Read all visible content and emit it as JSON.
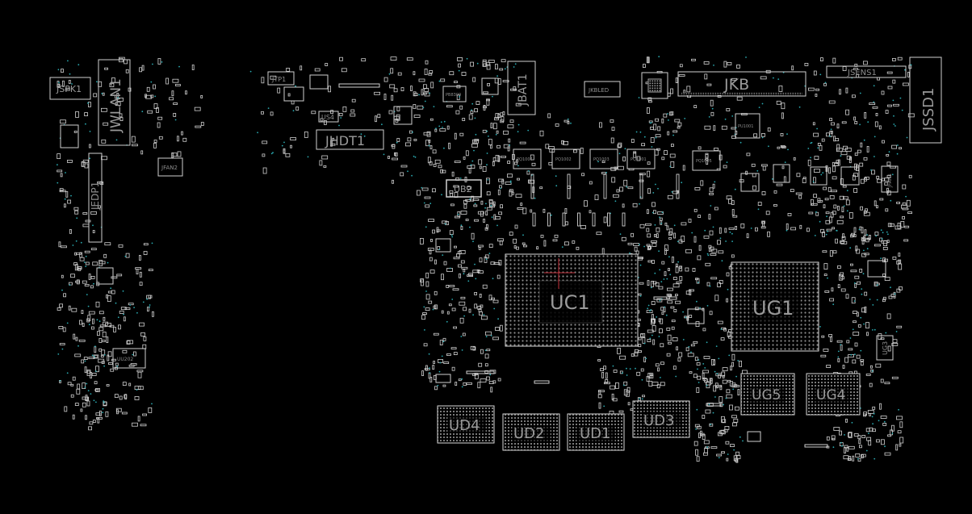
{
  "board": {
    "background": "#000000",
    "outline_color": "#d0d0d0",
    "text_color": "#9a9a9a",
    "via_color": "#2aa9b0",
    "cursor_color": "#c0303a"
  },
  "labels": {
    "jspk1": "JSPK1",
    "jwlan1": "JWLAN1",
    "jfan2": "JFAN2",
    "jedp1": "JEDP1",
    "uu202": "UU202",
    "jtp1": "JTP1",
    "us4": "US4",
    "jhdt1": "JHDT1",
    "pb8309": "PB8309",
    "jbat1": "JBAT1",
    "ub2": "UB2",
    "jkbled": "JKBLED",
    "jkb": "JKB",
    "jsens1": "JSENS1",
    "jssd1": "JSSD1",
    "pu1001": "PU1001",
    "pq1004": "PQ1004",
    "pq1002": "PQ1002",
    "pq1003": "PQ1003",
    "pq1001": "PQ1001",
    "pq1005": "PQ1005",
    "jfan1": "JFAN1",
    "uc1": "UC1",
    "ug1": "UG1",
    "ug3": "UG3",
    "ug5": "UG5",
    "ug4": "UG4",
    "ud4": "UD4",
    "ud2": "UD2",
    "ud1": "UD1",
    "ud3": "UD3"
  }
}
